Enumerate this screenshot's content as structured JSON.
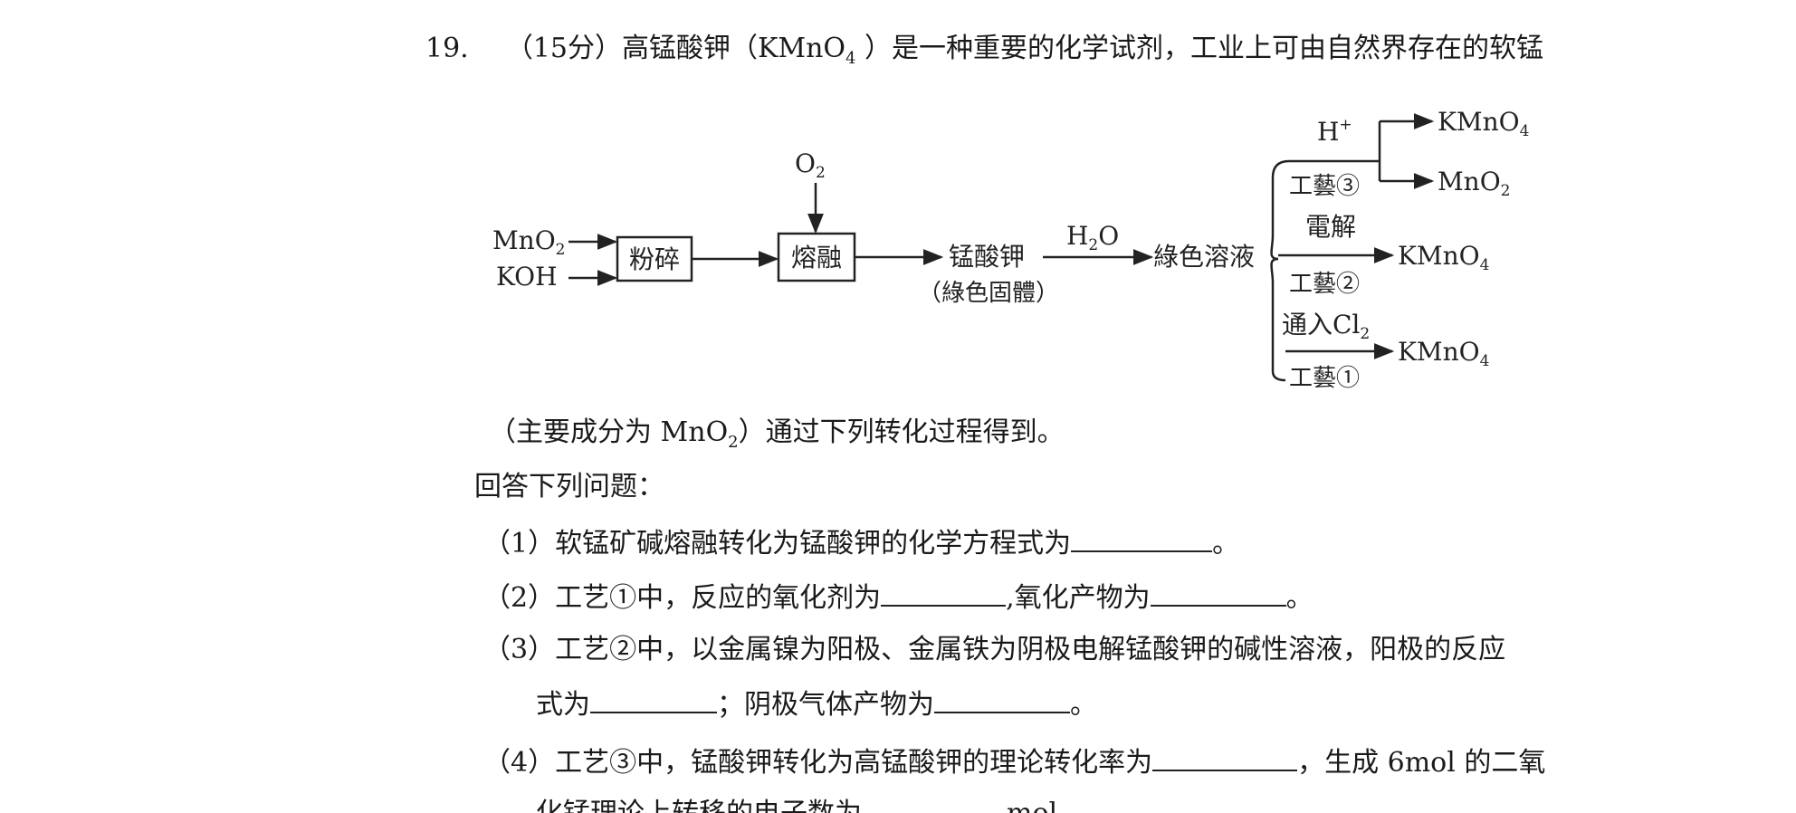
{
  "question": {
    "number": "19.",
    "intro_line": "（15分）高锰酸钾（KMnO",
    "intro_sub": "4",
    "intro_rest": " ）是一种重要的化学试剂，工业上可由自然界存在的软锰",
    "cont_prefix": "（主要成分为 MnO",
    "cont_sub": "2",
    "cont_rest": "）通过下列转化过程得到。",
    "answer_prompt": "回答下列问题："
  },
  "flowchart": {
    "input1": "MnO",
    "input1_sub": "2",
    "input2": "KOH",
    "box1": "粉碎",
    "box2": "熔融",
    "o2": "O",
    "o2_sub": "2",
    "product1": "锰酸钾",
    "product1_note": "（綠色固體）",
    "h2o_a": "H",
    "h2o_sub": "2",
    "h2o_b": "O",
    "solution": "綠色溶液",
    "branch3_top": "H",
    "branch3_top_sup": "+",
    "branch3_label": "工藝③",
    "branch3_out1": "KMnO",
    "branch3_out1_sub": "4",
    "branch3_out2": "MnO",
    "branch3_out2_sub": "2",
    "branch2_top": "電解",
    "branch2_label": "工藝②",
    "branch2_out": "KMnO",
    "branch2_out_sub": "4",
    "branch1_top_a": "通入Cl",
    "branch1_top_sub": "2",
    "branch1_label": "工藝①",
    "branch1_out": "KMnO",
    "branch1_out_sub": "4"
  },
  "subquestions": {
    "q1_a": "（1）软锰矿碱熔融转化为锰酸钾的化学方程式为",
    "q1_b": "。",
    "q2_a": "（2）工艺①中，反应的氧化剂为",
    "q2_b": ",氧化产物为",
    "q2_c": "。",
    "q3_a": "（3）工艺②中，以金属镍为阳极、金属铁为阴极电解锰酸钾的碱性溶液，阳极的反应",
    "q3_b": "式为",
    "q3_c": "；阴极气体产物为",
    "q3_d": "。",
    "q4_a": "（4）工艺③中，锰酸钾转化为高锰酸钾的理论转化率为",
    "q4_b": "，生成 6mol 的二氧",
    "q4_c": "化锰理论上转移的电子数为",
    "q4_d": "mol。"
  }
}
